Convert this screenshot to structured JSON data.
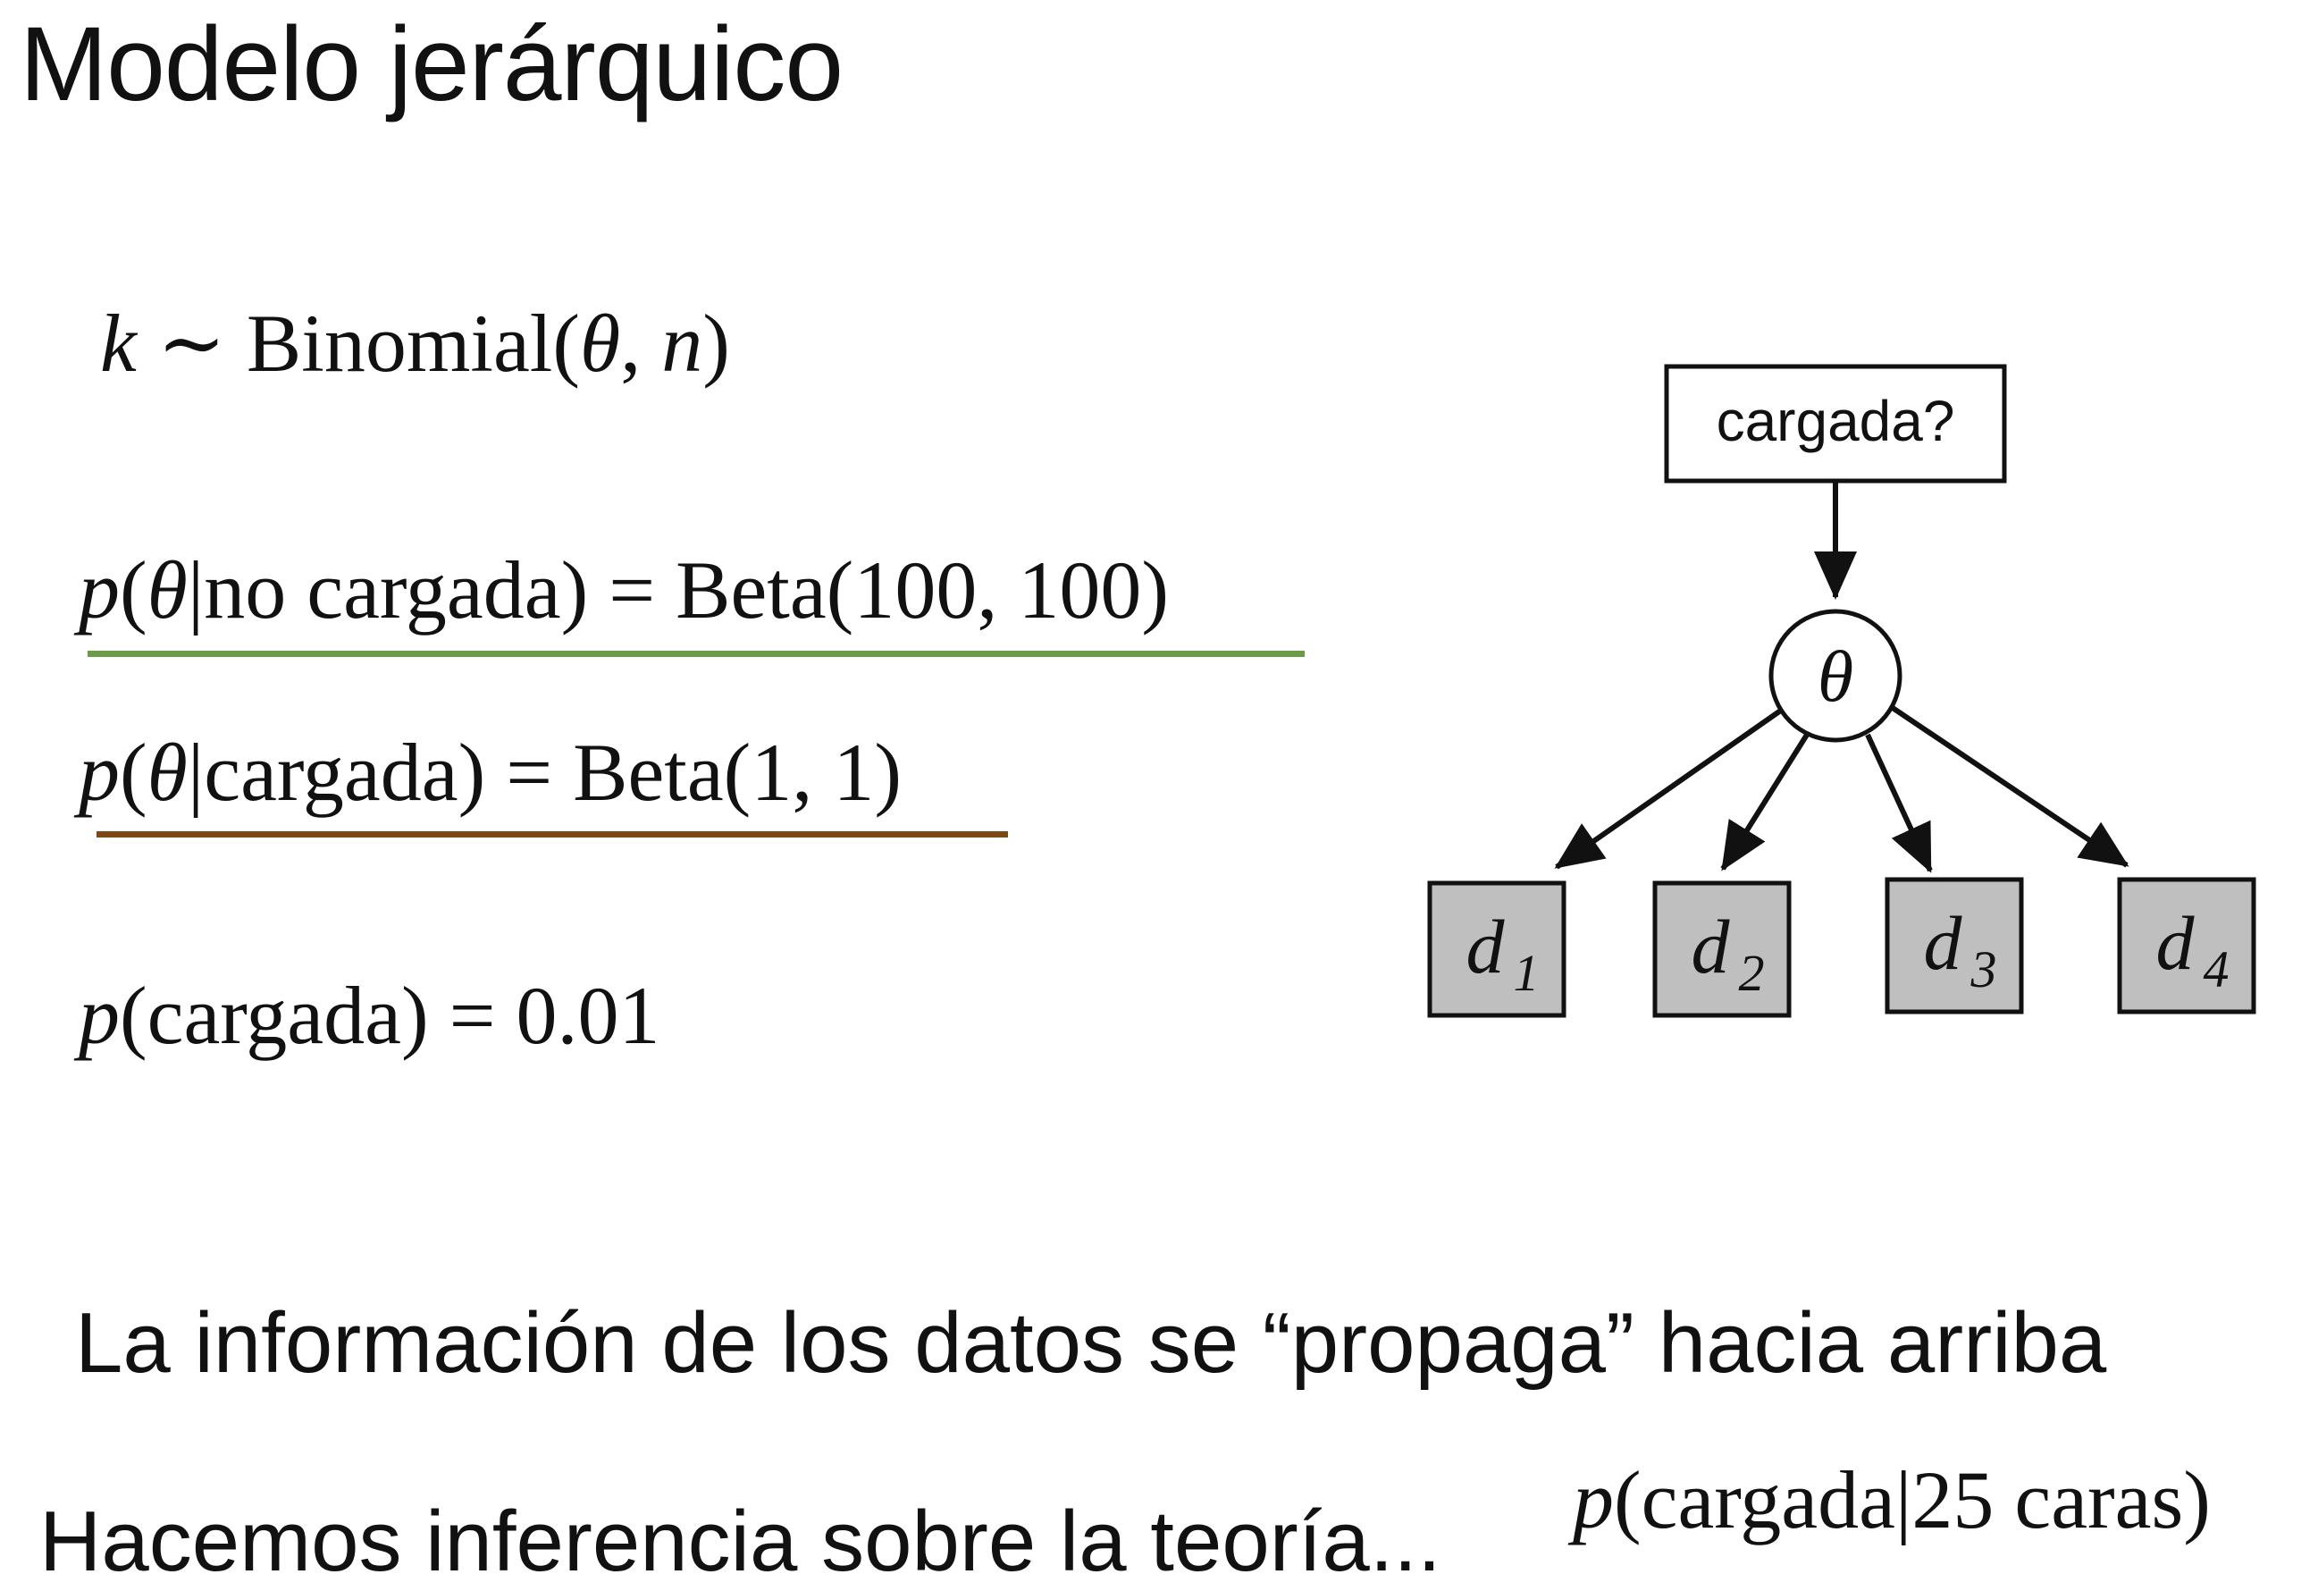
{
  "slide": {
    "title": "Modelo jerárquico"
  },
  "equations": {
    "likelihood": {
      "var": "k",
      "rel": " ∼ Binomial(",
      "theta": "θ",
      "sep": ", ",
      "n": "n",
      "close": ")"
    },
    "prior_not_loaded": {
      "p": "p",
      "open": "(",
      "theta": "θ",
      "given": "|no cargada) = Beta(100, 100)"
    },
    "prior_loaded": {
      "p": "p",
      "open": "(",
      "theta": "θ",
      "given": "|cargada) = Beta(1, 1)"
    },
    "prior_cargada": {
      "p": "p",
      "rest": "(cargada) = 0.01"
    }
  },
  "underline_colors": {
    "not_loaded": "#6a9b45",
    "loaded": "#7a4a12"
  },
  "diagram": {
    "top_node": "cargada?",
    "middle_node": "θ",
    "leaves": [
      {
        "base": "d",
        "sub": "1"
      },
      {
        "base": "d",
        "sub": "2"
      },
      {
        "base": "d",
        "sub": "3"
      },
      {
        "base": "d",
        "sub": "4"
      }
    ],
    "leaf_fill": "#bfbfbf"
  },
  "bullets": {
    "propagation": "La información de los datos se “propaga” hacia arriba",
    "inference": "Hacemos inferencia sobre la teoría...",
    "inference_math": {
      "p": "p",
      "rest": "(cargada|25 caras)"
    }
  }
}
